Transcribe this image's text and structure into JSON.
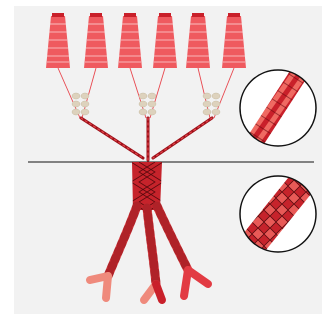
{
  "diagram": {
    "kind": "rope-braiding-schematic",
    "spool_count": 6,
    "twisted_strand_groups": 3,
    "divider": "horizontal-line",
    "detail_callouts": [
      "twisted-strand-closeup",
      "braided-sheath-closeup"
    ],
    "colors": {
      "background": "#f2f2f2",
      "spool": "#ef5a5f",
      "spool_stripe": "#fbd7d8",
      "thread": "#e23b43",
      "strand_dark": "#a8121c",
      "strand_mid": "#d83a3f",
      "strand_light": "#ef8a7c",
      "guide_bead": "#ddd2bd",
      "divider": "#111111",
      "callout_border": "#111111"
    }
  }
}
